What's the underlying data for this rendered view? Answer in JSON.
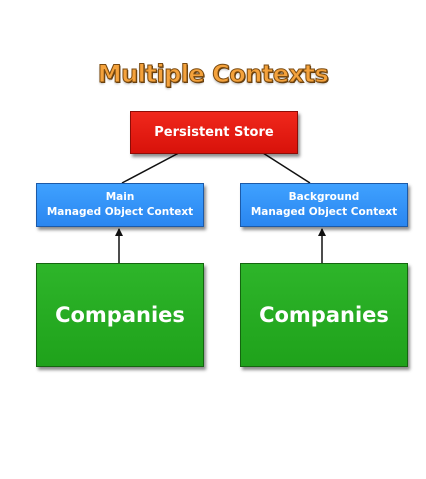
{
  "title": "Multiple Contexts",
  "persistent_store": {
    "label": "Persistent Store"
  },
  "contexts": [
    {
      "line1": "Main",
      "line2": "Managed Object Context"
    },
    {
      "line1": "Background",
      "line2": "Managed Object Context"
    }
  ],
  "companies": [
    {
      "label": "Companies"
    },
    {
      "label": "Companies"
    }
  ],
  "colors": {
    "title": "#f4a23c",
    "store": "#e41e14",
    "context": "#3595fa",
    "companies": "#27ad22"
  }
}
